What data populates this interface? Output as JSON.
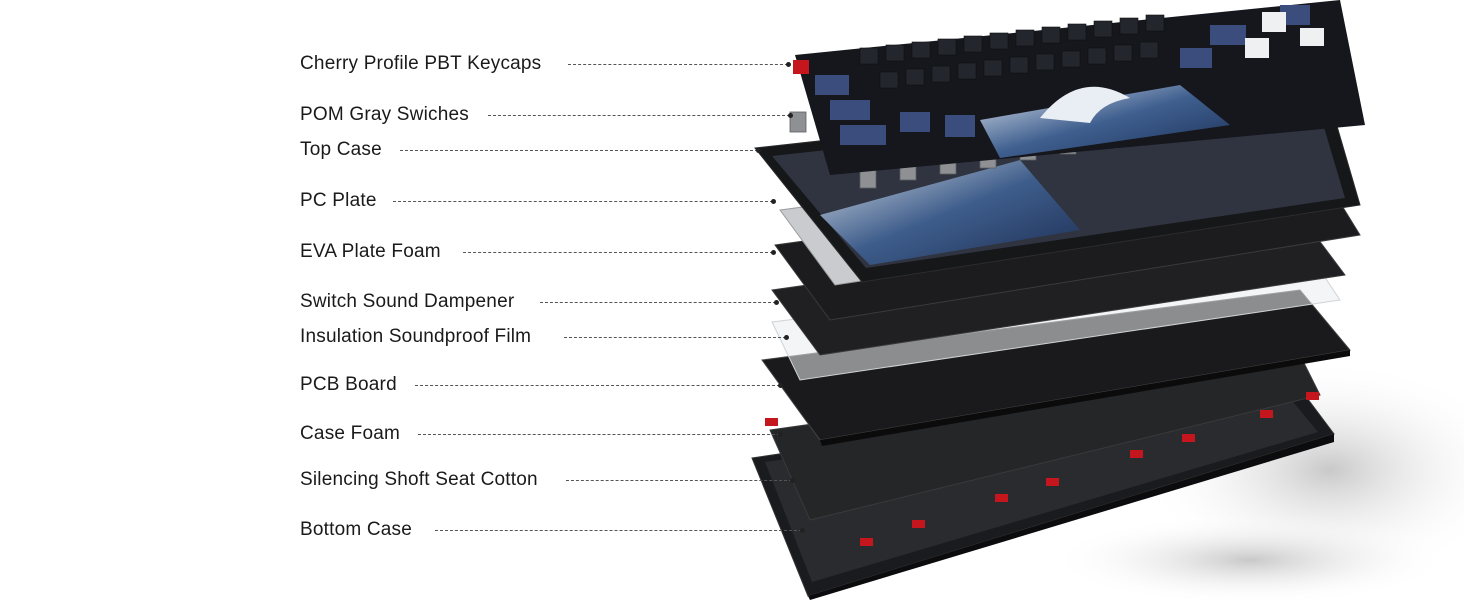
{
  "diagram": {
    "layers": [
      {
        "id": "keycaps",
        "label": "Cherry Profile PBT Keycaps"
      },
      {
        "id": "switches",
        "label": "POM Gray Swiches"
      },
      {
        "id": "top-case",
        "label": "Top Case"
      },
      {
        "id": "pc-plate",
        "label": "PC Plate"
      },
      {
        "id": "eva-foam",
        "label": "EVA Plate Foam"
      },
      {
        "id": "switch-dampener",
        "label": "Switch Sound Dampener"
      },
      {
        "id": "insulation-film",
        "label": "Insulation Soundproof Film"
      },
      {
        "id": "pcb",
        "label": "PCB Board"
      },
      {
        "id": "case-foam",
        "label": "Case Foam"
      },
      {
        "id": "seat-cotton",
        "label": "Silencing Shoft Seat Cotton"
      },
      {
        "id": "bottom-case",
        "label": "Bottom Case"
      }
    ],
    "colors": {
      "keycap_dark": "#15171c",
      "keycap_blue": "#3a4d7c",
      "keycap_white": "#eef0f2",
      "wave_blue": "#2f4a7a",
      "plate_gray": "#c9cbce",
      "foam_black": "#1e1e20",
      "case_black": "#111214",
      "accent_red": "#c4161c",
      "switch_gray": "#8e9094"
    }
  }
}
